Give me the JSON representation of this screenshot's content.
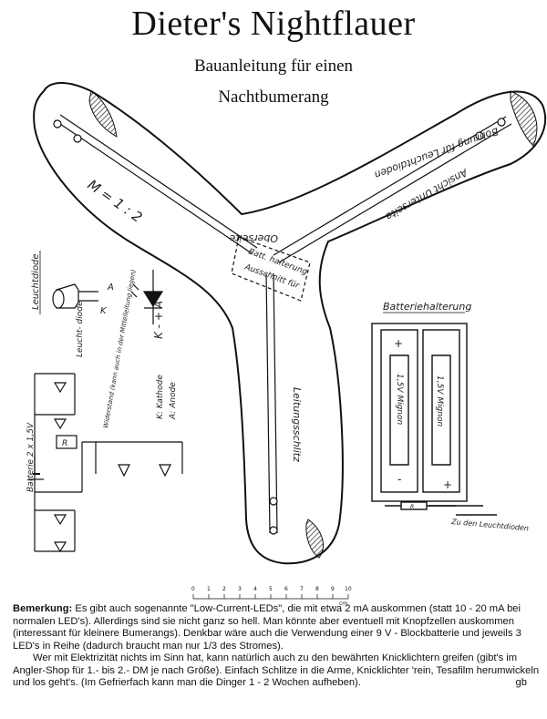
{
  "header": {
    "title": "Dieter's Nightflauer",
    "subtitle_line1": "Bauanleitung für einen",
    "subtitle_line2": "Nachtbumerang"
  },
  "diagram": {
    "scale_label": "M = 1 : 2",
    "slot_label_arm1": "Bohrung für Leuchtdioden",
    "slot_label_arm2": "Ansicht Unterseite",
    "slot_label_arm3": "Leitungsschlitz",
    "top_side_label": "Oberseite",
    "box_label_1": "Batt. halterung",
    "box_label_2": "Ausschnitt für",
    "led_title": "Leuchtdiode",
    "led_k": "K",
    "led_a": "A",
    "led_symbol_label": "K - + A",
    "led_legend": [
      "K: Kathode",
      "A: Anode"
    ],
    "circuit_led_label": "Leucht- diode",
    "resistor_note": "Widerstand (kann auch in der Mittelleitung liegen)",
    "resistor_value": "R",
    "battery_label": "Batterie 2 x 1,5V",
    "battery_holder_title": "Batteriehalterung",
    "cell_label": "1,5V Mignon",
    "plus": "+",
    "minus": "-",
    "resistor_holder": "R",
    "to_leds": "Zu den Leuchtdioden",
    "ruler_numbers": [
      "0",
      "1",
      "2",
      "3",
      "4",
      "5",
      "6",
      "7",
      "8",
      "9",
      "10"
    ],
    "ruler_unit": "cm"
  },
  "notes": {
    "remark_label": "Bemerkung:",
    "remark_text": " Es gibt auch sogenannte \"Low-Current-LEDs\", die mit etwa 2 mA auskommen (statt 10 - 20 mA bei normalen LED's). Allerdings sind sie nicht ganz so hell. Man könnte aber eventuell mit Knopfzellen auskommen (interessant für kleinere Bumerangs). Denkbar wäre auch die Verwendung einer 9 V - Blockbatterie und jeweils 3 LED's in Reihe (dadurch braucht man nur 1/3 des Stromes).",
    "paragraph2": "Wer mit Elektrizität nichts im Sinn hat, kann natürlich auch zu den bewährten Knicklichtern greifen (gibt's im Angler-Shop für 1.- bis 2.- DM je nach Größe). Einfach Schlitze in die Arme, Knicklichter 'rein, Tesafilm herumwickeln und los geht's. (Im Gefrierfach kann man die Dinger 1 - 2 Wochen aufheben).",
    "signature": "gb"
  }
}
